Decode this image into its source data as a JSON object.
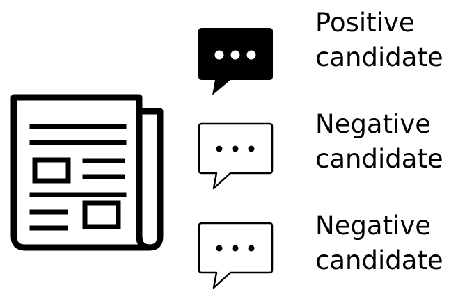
{
  "colors": {
    "ink": "#000000",
    "background": "#ffffff"
  },
  "document": {
    "icon": "newspaper-icon"
  },
  "candidates": [
    {
      "icon": "speech-bubble-filled-icon",
      "line1": "Positive",
      "line2": "candidate"
    },
    {
      "icon": "speech-bubble-outline-icon",
      "line1": "Negative",
      "line2": "candidate"
    },
    {
      "icon": "speech-bubble-outline-icon",
      "line1": "Negative",
      "line2": "candidate"
    }
  ]
}
